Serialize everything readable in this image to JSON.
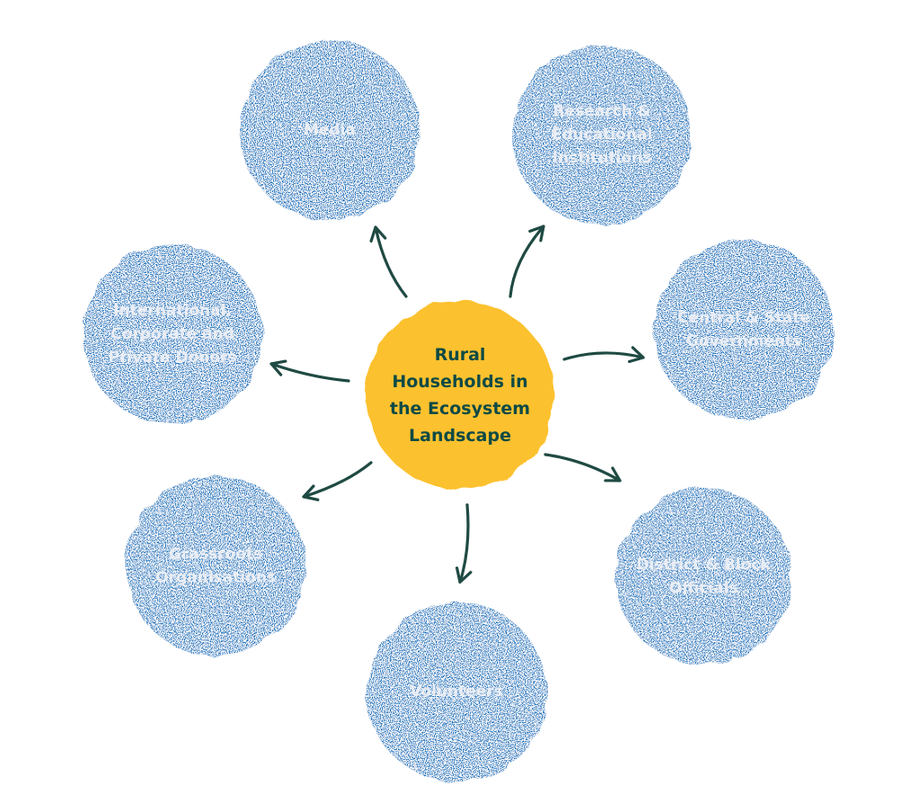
{
  "colors": {
    "satellite_fill": "#1a73bd",
    "hub_fill": "#fcc12e",
    "arrow": "#1f4a43",
    "satellite_text": "#e9edf4",
    "hub_text": "#0e4a45"
  },
  "hub": {
    "lines": [
      "Rural",
      "Households in",
      "the Ecosystem",
      "Landscape"
    ]
  },
  "satellites": [
    {
      "id": "media",
      "lines": [
        "Media"
      ]
    },
    {
      "id": "research",
      "lines": [
        "Research &",
        "Educational",
        "Institutions"
      ]
    },
    {
      "id": "governments",
      "lines": [
        "Central & State",
        "Governments"
      ]
    },
    {
      "id": "district",
      "lines": [
        "District & Block",
        "Officials"
      ]
    },
    {
      "id": "volunteers",
      "lines": [
        "Volunteers"
      ]
    },
    {
      "id": "grassroots",
      "lines": [
        "Grassroots",
        "Organisations"
      ]
    },
    {
      "id": "donors",
      "lines": [
        "International,",
        "Corporate and",
        "Private Donors"
      ]
    }
  ]
}
